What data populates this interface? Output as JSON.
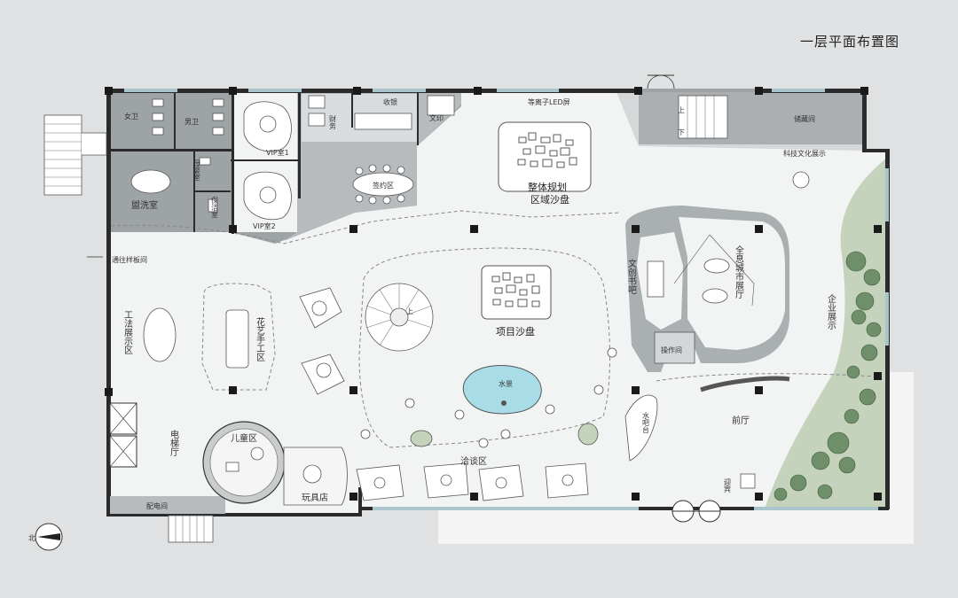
{
  "title": "一层平面布置图",
  "labels": {
    "female_wc": "女卫",
    "male_wc": "男卫",
    "mother_room": "母婴室",
    "cleaning_room": "保洁室",
    "washroom": "盥洗室",
    "vip1": "VIP室1",
    "vip2": "VIP室2",
    "finance": "财务",
    "cashier": "收银",
    "print": "文印",
    "signing_area": "签约区",
    "led_screen": "等离子LED屏",
    "up": "上",
    "down": "下",
    "storage": "储藏间",
    "tech_culture": "科技文化展示",
    "overall_plan": "整体规划",
    "regional_sandtable": "区域沙盘",
    "sample_room_passage": "通往样板间",
    "craft_display": "工法展示区",
    "flower_workshop": "花艺手工区",
    "creative_bookbar": "文创书吧",
    "holographic_hall": "全息城市展厅",
    "enterprise_display": "企业展示",
    "project_sandtable": "项目沙盘",
    "stair_up": "上",
    "operation_room": "操作间",
    "water_feature": "水景",
    "water_bar": "水吧台",
    "lobby": "前厅",
    "elevator_hall": "电梯厅",
    "kids_area": "儿童区",
    "negotiation_area": "洽谈区",
    "reception": "迎宾",
    "power_room": "配电间",
    "toy_store": "玩具店",
    "north": "北"
  },
  "colors": {
    "background": "#dfe1e2",
    "wall": "#2b2b2b",
    "service_room": "#9ea3a6",
    "floor": "#f2f3f3",
    "water": "#a8dce6",
    "planting": "#c5d3bd",
    "tree": "#6f8f6a"
  }
}
